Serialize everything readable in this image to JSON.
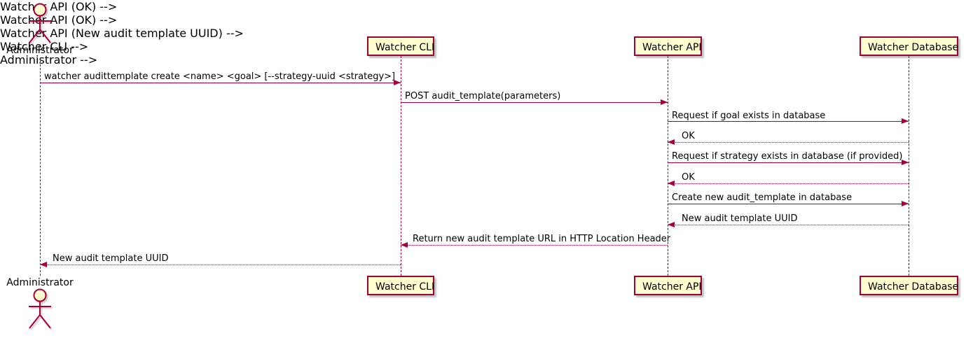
{
  "diagram": {
    "type": "uml-sequence",
    "colors": {
      "border": "#A80036",
      "fill": "#FEFECE",
      "line": "#A80036",
      "text": "#000000",
      "background": "#FFFFFF"
    },
    "actor": {
      "label": "Administrator"
    },
    "participants": [
      {
        "label": "Watcher CLI"
      },
      {
        "label": "Watcher API"
      },
      {
        "label": "Watcher Database"
      }
    ],
    "messages": [
      {
        "from": "Administrator",
        "to": "Watcher CLI",
        "style": "solid",
        "direction": "right",
        "text": "watcher audittemplate create <name> <goal> [--strategy-uuid <strategy>]"
      },
      {
        "from": "Watcher CLI",
        "to": "Watcher API",
        "style": "solid",
        "direction": "right",
        "text": "POST audit_template(parameters)"
      },
      {
        "from": "Watcher API",
        "to": "Watcher Database",
        "style": "solid",
        "direction": "right",
        "text": "Request if goal exists in database"
      },
      {
        "from": "Watcher Database",
        "to": "Watcher API",
        "style": "dotted",
        "direction": "left",
        "text": "OK"
      },
      {
        "from": "Watcher API",
        "to": "Watcher Database",
        "style": "solid",
        "direction": "right",
        "text": "Request if strategy exists in database (if provided)"
      },
      {
        "from": "Watcher Database",
        "to": "Watcher API",
        "style": "dotted",
        "direction": "left",
        "text": "OK"
      },
      {
        "from": "Watcher API",
        "to": "Watcher Database",
        "style": "solid",
        "direction": "right",
        "text": "Create new audit_template in database"
      },
      {
        "from": "Watcher Database",
        "to": "Watcher API",
        "style": "dotted",
        "direction": "left",
        "text": "New audit template UUID"
      },
      {
        "from": "Watcher API",
        "to": "Watcher CLI",
        "style": "dotted",
        "direction": "left",
        "text": "Return new audit template URL in HTTP Location Header"
      },
      {
        "from": "Watcher CLI",
        "to": "Administrator",
        "style": "dotted",
        "direction": "left",
        "text": "New audit template UUID"
      }
    ]
  }
}
